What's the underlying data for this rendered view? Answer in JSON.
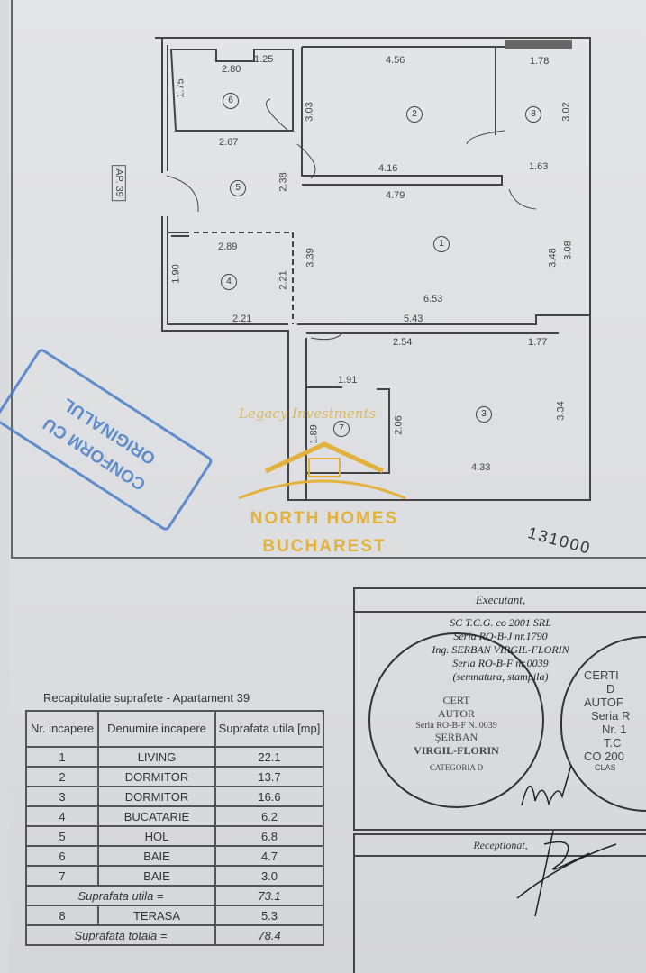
{
  "plan": {
    "apartment_label": "AP. 39",
    "rooms": [
      "1",
      "2",
      "3",
      "4",
      "5",
      "6",
      "7",
      "8"
    ],
    "dims": {
      "d6a": "2.80",
      "d6b": "1.25",
      "d6v": "1.75",
      "d2t": "4.56",
      "d8t": "1.78",
      "d2v": "3.03",
      "d8v": "3.02",
      "d5": "2.67",
      "d2b": "4.16",
      "d8b": "1.63",
      "d5v": "2.38",
      "d1t": "4.79",
      "d4t": "2.89",
      "d4v": "1.90",
      "d4v2": "2.21",
      "d1v": "3.39",
      "d1v2": "3.48",
      "d1v3": "3.08",
      "d1m": "6.53",
      "d4b": "2.21",
      "d1b": "5.43",
      "d3a": "2.54",
      "d3b": "1.77",
      "d7t": "1.91",
      "d7v": "1.89",
      "d7v2": "2.06",
      "d3v": "3.34",
      "d3bt": "4.33"
    },
    "scale_note": "131000"
  },
  "stamp": {
    "line1": "CONFORM CU",
    "line2": "ORIGINALUL",
    "color": "#4a7fc8"
  },
  "watermark": {
    "script": "Legacy Investments",
    "line1": "NORTH HOMES",
    "line2": "BUCHAREST",
    "color": "#e3b23c"
  },
  "recap": {
    "title": "Recapitulatie suprafete - Apartament 39",
    "headers": [
      "Nr. incapere",
      "Denumire incapere",
      "Suprafata utila [mp]"
    ],
    "rows": [
      {
        "nr": "1",
        "name": "LIVING",
        "area": "22.1"
      },
      {
        "nr": "2",
        "name": "DORMITOR",
        "area": "13.7"
      },
      {
        "nr": "3",
        "name": "DORMITOR",
        "area": "16.6"
      },
      {
        "nr": "4",
        "name": "BUCATARIE",
        "area": "6.2"
      },
      {
        "nr": "5",
        "name": "HOL",
        "area": "6.8"
      },
      {
        "nr": "6",
        "name": "BAIE",
        "area": "4.7"
      },
      {
        "nr": "7",
        "name": "BAIE",
        "area": "3.0"
      }
    ],
    "subtotal_label": "Suprafata utila =",
    "subtotal": "73.1",
    "terrace": {
      "nr": "8",
      "name": "TERASA",
      "area": "5.3"
    },
    "total_label": "Suprafata totala =",
    "total": "78.4"
  },
  "executant": {
    "heading": "Executant,",
    "lines": [
      "SC T.C.G. co 2001 SRL",
      "Seria RO-B-J nr.1790",
      "Ing. SERBAN VIRGIL-FLORIN",
      "Seria RO-B-F nr.0039",
      "(semnatura, stampila)"
    ],
    "seal1": [
      "CERT",
      "AUTOR",
      "Seria RO-B-F N. 0039",
      "ŞERBAN",
      "VIRGIL-FLORIN",
      "CATEGORIA D"
    ],
    "seal2": [
      "CERTI",
      "D",
      "AUTOF",
      "Seria R",
      "Nr. 1",
      "T.C",
      "CO 200",
      "CLAS"
    ]
  },
  "receptionat": {
    "heading": "Receptionat,"
  }
}
